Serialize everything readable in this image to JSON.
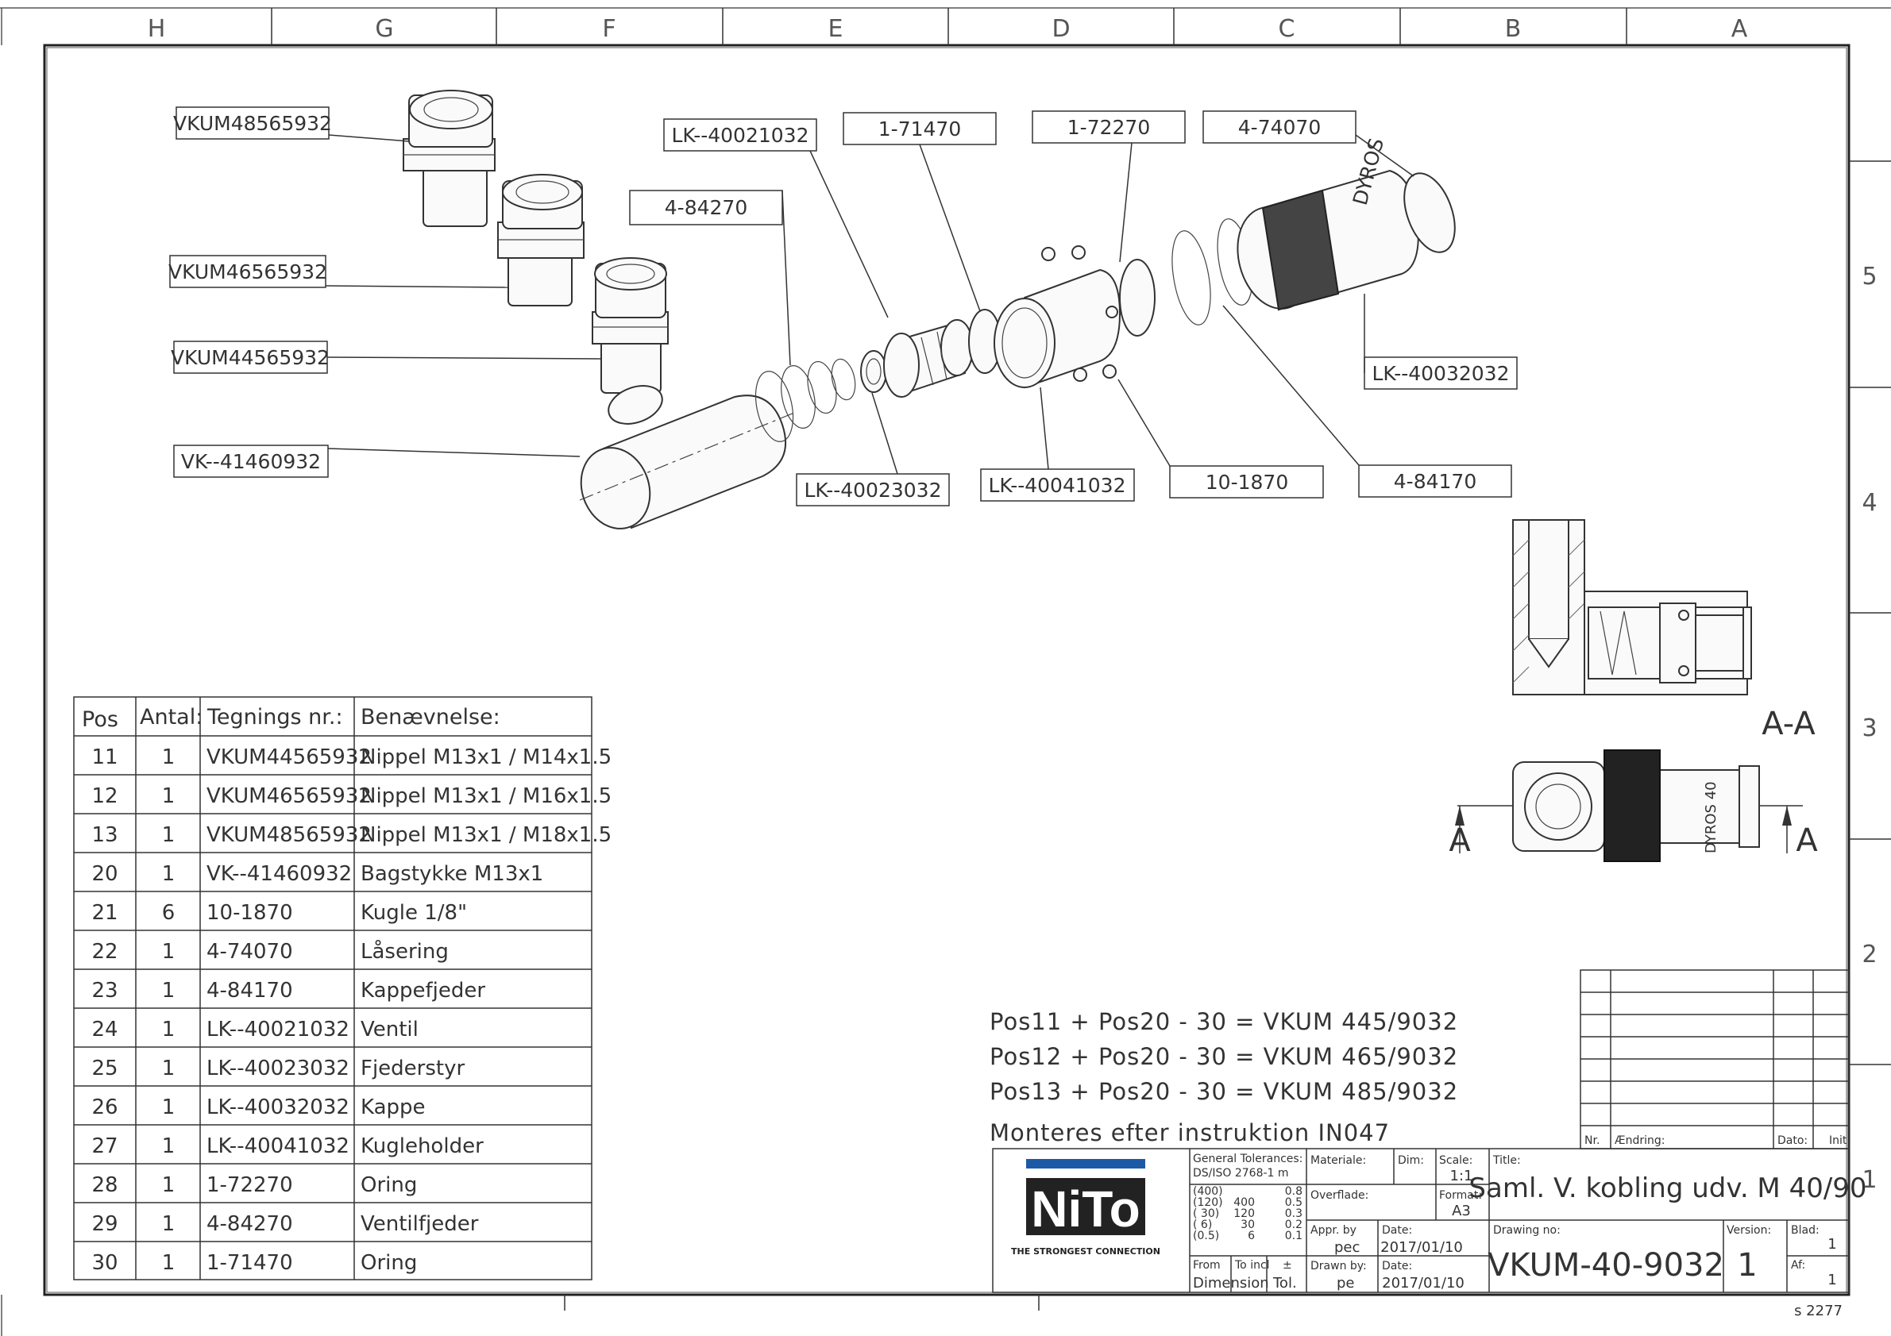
{
  "zones": {
    "columns": [
      "H",
      "G",
      "F",
      "E",
      "D",
      "C",
      "B",
      "A"
    ],
    "rows": [
      "5",
      "4",
      "3",
      "2",
      "1"
    ]
  },
  "callouts": {
    "c_vkum485": "VKUM48565932",
    "c_vkum465": "VKUM46565932",
    "c_vkum445": "VKUM44565932",
    "c_vk414": "VK--41460932",
    "c_lk40021": "LK--40021032",
    "c_484270": "4-84270",
    "c_171470": "1-71470",
    "c_172270": "1-72270",
    "c_474070": "4-74070",
    "c_lk40032": "LK--40032032",
    "c_lk40023": "LK--40023032",
    "c_lk40041": "LK--40041032",
    "c_101870": "10-1870",
    "c_484170": "4-84170"
  },
  "body_text": "DYROS",
  "section": {
    "title": "A-A",
    "left_mark": "A",
    "right_mark": "A",
    "side_text": "DYROS 40"
  },
  "parts_table": {
    "headers": [
      "Pos",
      "Antal:",
      "Tegnings nr.:",
      "Benævnelse:"
    ],
    "rows": [
      [
        "11",
        "1",
        "VKUM44565932",
        "Nippel M13x1 / M14x1.5"
      ],
      [
        "12",
        "1",
        "VKUM46565932",
        "Nippel M13x1 / M16x1.5"
      ],
      [
        "13",
        "1",
        "VKUM48565932",
        "Nippel M13x1 / M18x1.5"
      ],
      [
        "20",
        "1",
        "VK--41460932",
        "Bagstykke M13x1"
      ],
      [
        "21",
        "6",
        "10-1870",
        "Kugle 1/8\""
      ],
      [
        "22",
        "1",
        "4-74070",
        "Låsering"
      ],
      [
        "23",
        "1",
        "4-84170",
        "Kappefjeder"
      ],
      [
        "24",
        "1",
        "LK--40021032",
        "Ventil"
      ],
      [
        "25",
        "1",
        "LK--40023032",
        "Fjederstyr"
      ],
      [
        "26",
        "1",
        "LK--40032032",
        "Kappe"
      ],
      [
        "27",
        "1",
        "LK--40041032",
        "Kugleholder"
      ],
      [
        "28",
        "1",
        "1-72270",
        "Oring"
      ],
      [
        "29",
        "1",
        "4-84270",
        "Ventilfjeder"
      ],
      [
        "30",
        "1",
        "1-71470",
        "Oring"
      ]
    ]
  },
  "notes": [
    "Pos11 + Pos20 - 30 = VKUM 445/9032",
    "Pos12 + Pos20 - 30 = VKUM 465/9032",
    "Pos13 + Pos20 - 30 = VKUM 485/9032",
    "Monteres efter instruktion IN047"
  ],
  "revision_block": {
    "nr": "Nr.",
    "change": "Ændring:",
    "date": "Dato:",
    "init": "Init"
  },
  "title_block": {
    "logo": "NiTo",
    "logo_tagline": "THE STRONGEST CONNECTION",
    "tolerances_label": "General Tolerances:",
    "tolerances_std": "DS/ISO 2768-1 m",
    "tol_col1": [
      "(400)",
      "(120)",
      "( 30)",
      "( 6)",
      "(0.5)"
    ],
    "tol_col2": [
      "400",
      "120",
      "30",
      "6"
    ],
    "tol_col3": [
      "0.8",
      "0.5",
      "0.3",
      "0.2",
      "0.1"
    ],
    "tol_from": "From",
    "tol_to": "To incl",
    "tol_pm": "±",
    "tol_dimension": "Dimension",
    "tol_tol": "Tol.",
    "material_label": "Materiale:",
    "dim_label": "Dim:",
    "scale_label": "Scale:",
    "scale": "1:1",
    "surface_label": "Overflade:",
    "format_label": "Format:",
    "format": "A3",
    "appr_label": "Appr. by",
    "appr": "pec",
    "date1_label": "Date:",
    "date1": "2017/01/10",
    "drawn_label": "Drawn by:",
    "drawn": "pe",
    "date2_label": "Date:",
    "date2": "2017/01/10",
    "title_label": "Title:",
    "title": "Saml. V. kobling udv. M 40/90",
    "drawing_no_label": "Drawing no:",
    "drawing_no": "VKUM-40-9032",
    "version_label": "Version:",
    "version": "1",
    "sheet_label": "Blad:",
    "sheet": "1",
    "of_label": "Af:",
    "of": "1"
  },
  "stamp": "s 2277"
}
